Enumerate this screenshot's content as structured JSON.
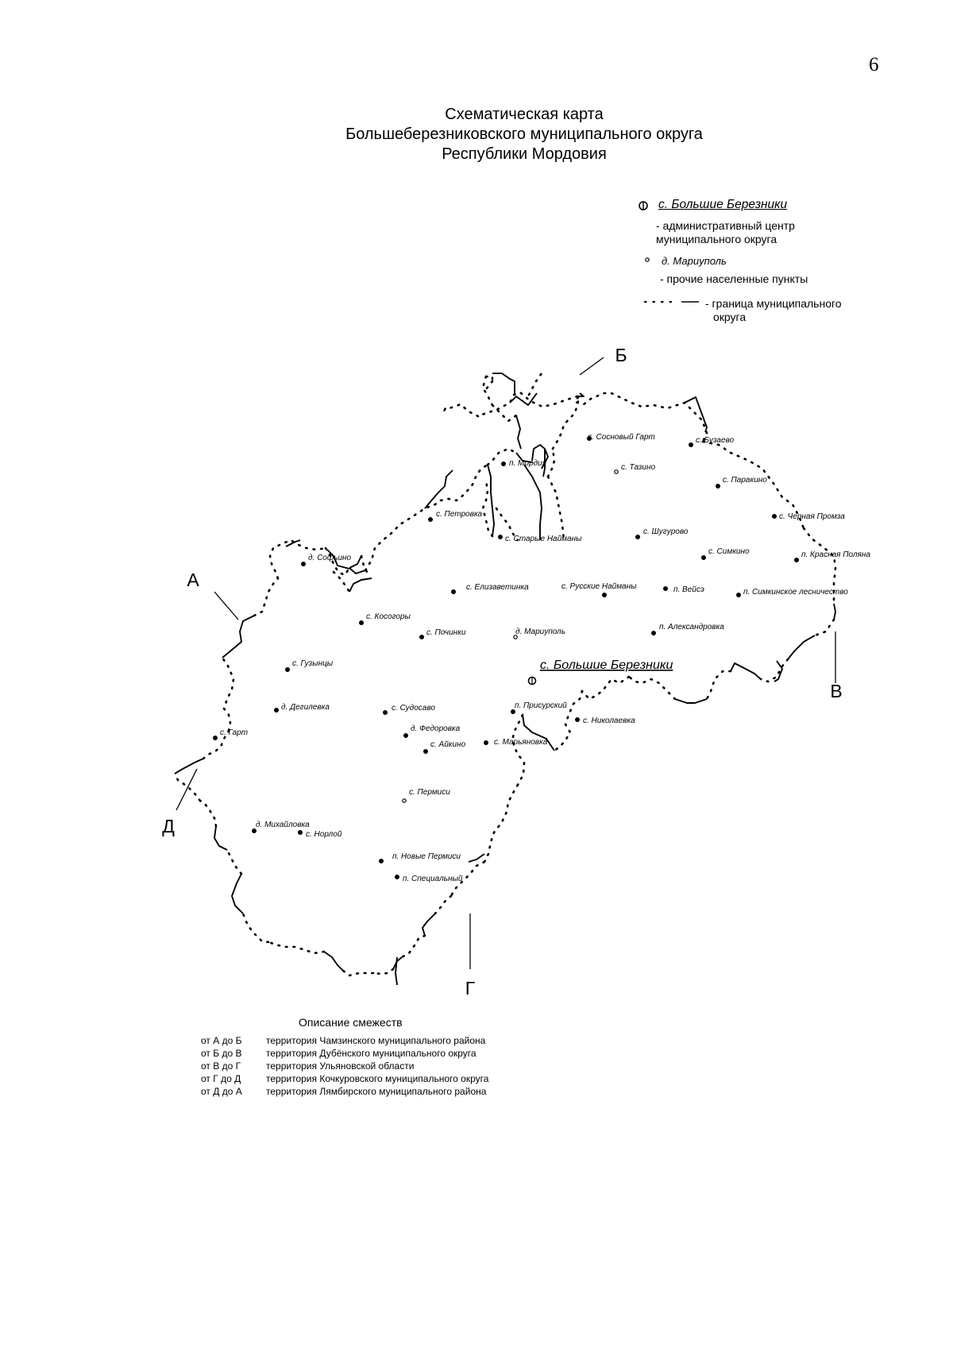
{
  "page_number": "6",
  "title": {
    "line1": "Схематическая карта",
    "line2": "Большеберезниковского муниципального округа",
    "line3": "Республики Мордовия"
  },
  "legend": {
    "admin_center_name": "с. Большие Березники",
    "admin_center_desc_1": "- административный центр",
    "admin_center_desc_2": "муниципального округа",
    "other_example_name": "д. Мариуполь",
    "other_desc": "- прочие населенные пункты",
    "boundary_desc_1": "- граница муниципального",
    "boundary_desc_2": "округа"
  },
  "map": {
    "admin_center": {
      "name": "с. Большие Березники"
    },
    "boundary_points": [
      {
        "label": "А"
      },
      {
        "label": "Б"
      },
      {
        "label": "В"
      },
      {
        "label": "Г"
      },
      {
        "label": "Д"
      }
    ],
    "settlements": [
      {
        "name": "с. Сосновый Гарт"
      },
      {
        "name": "с. Бузаево"
      },
      {
        "name": "с. Тазино"
      },
      {
        "name": "с. Паракино"
      },
      {
        "name": "п. Мордия"
      },
      {
        "name": "с. Петровка"
      },
      {
        "name": "с. Черная Промза"
      },
      {
        "name": "с. Шугурово"
      },
      {
        "name": "с. Старые Найманы"
      },
      {
        "name": "с. Симкино"
      },
      {
        "name": "п. Красная Поляна"
      },
      {
        "name": "д. Софьино"
      },
      {
        "name": "с. Елизаветинка"
      },
      {
        "name": "с. Русские Найманы"
      },
      {
        "name": "п. Вейсэ"
      },
      {
        "name": "п. Симкинское лесничество"
      },
      {
        "name": "с. Косогоры"
      },
      {
        "name": "с. Починки"
      },
      {
        "name": "д. Мариуполь"
      },
      {
        "name": "п. Александровка"
      },
      {
        "name": "с. Гузынцы"
      },
      {
        "name": "д. Дегилевка"
      },
      {
        "name": "с. Судосаво"
      },
      {
        "name": "п. Присурский"
      },
      {
        "name": "с. Николаевка"
      },
      {
        "name": "с. Гарт"
      },
      {
        "name": "д. Федоровка"
      },
      {
        "name": "с. Айкино"
      },
      {
        "name": "с. Марьяновка"
      },
      {
        "name": "с. Пермиси"
      },
      {
        "name": "д. Михайловка"
      },
      {
        "name": "с. Норлой"
      },
      {
        "name": "п. Новые Пермиси"
      },
      {
        "name": "п. Специальный"
      }
    ]
  },
  "adjacency": {
    "title": "Описание смежеств",
    "rows": [
      {
        "from": "от А до Б",
        "territory": "территория Чамзинского муниципального района"
      },
      {
        "from": "от Б до В",
        "territory": "территория Дубёнского муниципального округа"
      },
      {
        "from": "от В до Г",
        "territory": "территория Ульяновской области"
      },
      {
        "from": "от Г до Д",
        "territory": "территория Кочкуровского муниципального округа"
      },
      {
        "from": "от Д до А",
        "territory": "территория Лямбирского муниципального района"
      }
    ]
  }
}
